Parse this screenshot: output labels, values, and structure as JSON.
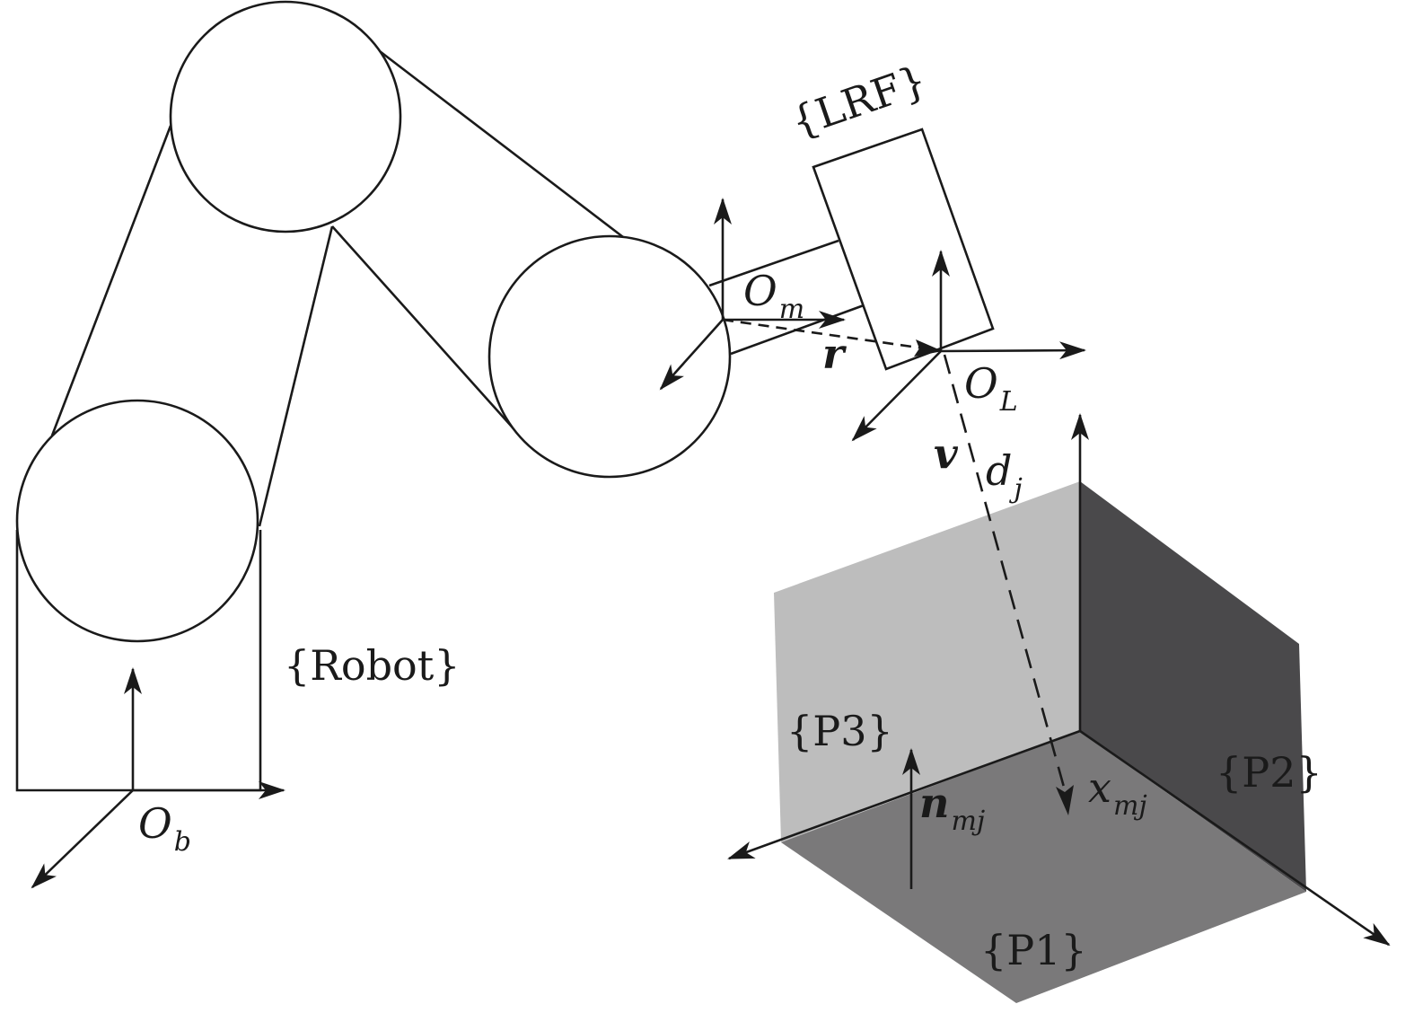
{
  "frames": {
    "robot": "{Robot}",
    "lrf": "{LRF}",
    "p1": "{P1}",
    "p2": "{P2}",
    "p3": "{P3}"
  },
  "origins": {
    "base": {
      "main": "O",
      "sub": "b"
    },
    "mount": {
      "main": "O",
      "sub": "m"
    },
    "lrf": {
      "main": "O",
      "sub": "L"
    }
  },
  "vectors": {
    "r": "r",
    "v": "v",
    "d": {
      "main": "d",
      "sub": "j"
    },
    "x": {
      "main": "x",
      "sub": "mj"
    },
    "n": {
      "main": "n",
      "sub": "mj"
    }
  },
  "colors": {
    "ink": "#1a1a1a",
    "face_p1": "#7a797a",
    "face_p2": "#4a494b",
    "face_p3": "#bdbdbd"
  }
}
